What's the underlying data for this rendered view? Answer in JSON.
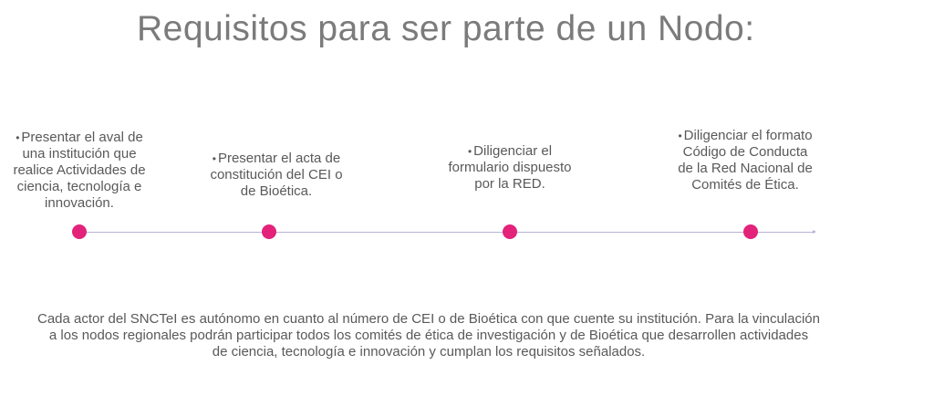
{
  "title": "Requisitos para ser parte de un Nodo:",
  "steps": [
    {
      "bullet": "•",
      "lines": [
        "Presentar el aval de",
        "una institución que",
        "realice Actividades de",
        "ciencia, tecnología e",
        "innovación."
      ]
    },
    {
      "bullet": "•",
      "lines": [
        "Presentar el acta de",
        "constitución del CEI o",
        "de Bioética."
      ]
    },
    {
      "bullet": "•",
      "lines": [
        "Diligenciar el",
        "formulario dispuesto",
        "por la RED."
      ]
    },
    {
      "bullet": "•",
      "lines": [
        "Diligenciar el formato",
        "Código de Conducta",
        "de la Red Nacional de",
        "Comités de Ética."
      ]
    }
  ],
  "footer": {
    "lines": [
      "Cada actor del SNCTeI es autónomo en cuanto al número de CEI o de Bioética con que cuente su institución. Para la vinculación",
      "a los nodos regionales podrán participar todos los comités de ética de investigación y de Bioética que desarrollen actividades",
      "de ciencia, tecnología e innovación y cumplan los requisitos señalados."
    ]
  },
  "colors": {
    "dot": "#e3227a",
    "line": "#b7b2d3",
    "title": "#7b7b7b",
    "text": "#595959"
  }
}
